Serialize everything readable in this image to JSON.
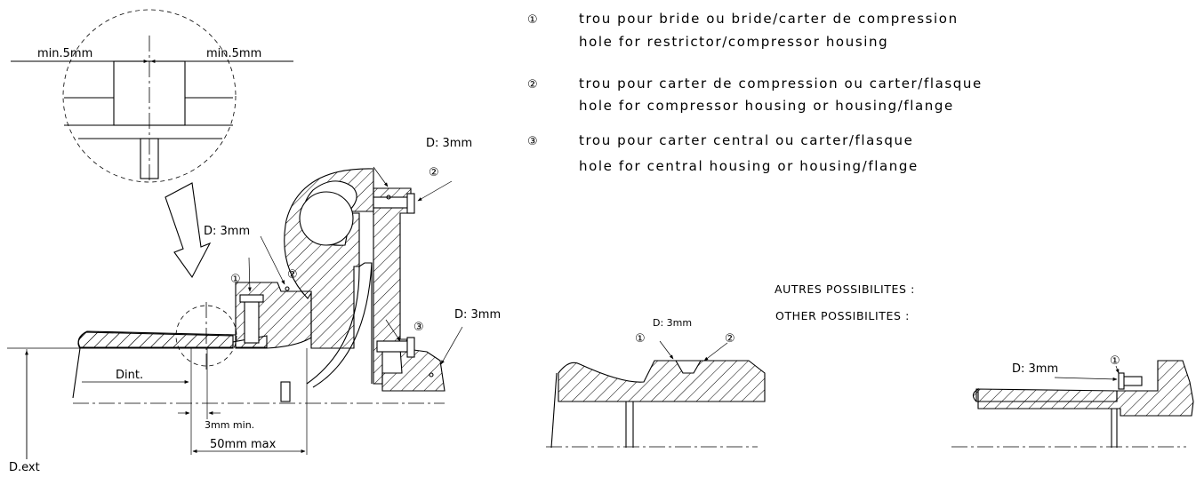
{
  "legend": [
    {
      "marker": "①",
      "fr": "trou pour bride ou bride/carter de compression",
      "en": "hole for restrictor/compressor housing"
    },
    {
      "marker": "②",
      "fr": "trou pour carter de compression ou carter/flasque",
      "en": "hole for compressor housing or housing/flange"
    },
    {
      "marker": "③",
      "fr": "trou pour carter central ou carter/flasque",
      "en": "hole for central housing or housing/flange"
    }
  ],
  "detail": {
    "left_label": "min.5mm",
    "right_label": "min.5mm"
  },
  "main": {
    "d3_top": "D: 3mm",
    "d3_left": "D: 3mm",
    "d3_right": "D: 3mm",
    "m1": "①",
    "m2": "②",
    "m2b": "②",
    "m3": "③",
    "dint": "Dint.",
    "min3": "3mm min.",
    "max50": "50mm max",
    "dext": "D.ext"
  },
  "alt": {
    "title_fr": "AUTRES POSSIBILITES :",
    "title_en": "OTHER POSSIBILITES :",
    "a_d3": "D: 3mm",
    "a_m1": "①",
    "a_m2": "②",
    "b_d3": "D: 3mm",
    "b_m1": "①"
  }
}
